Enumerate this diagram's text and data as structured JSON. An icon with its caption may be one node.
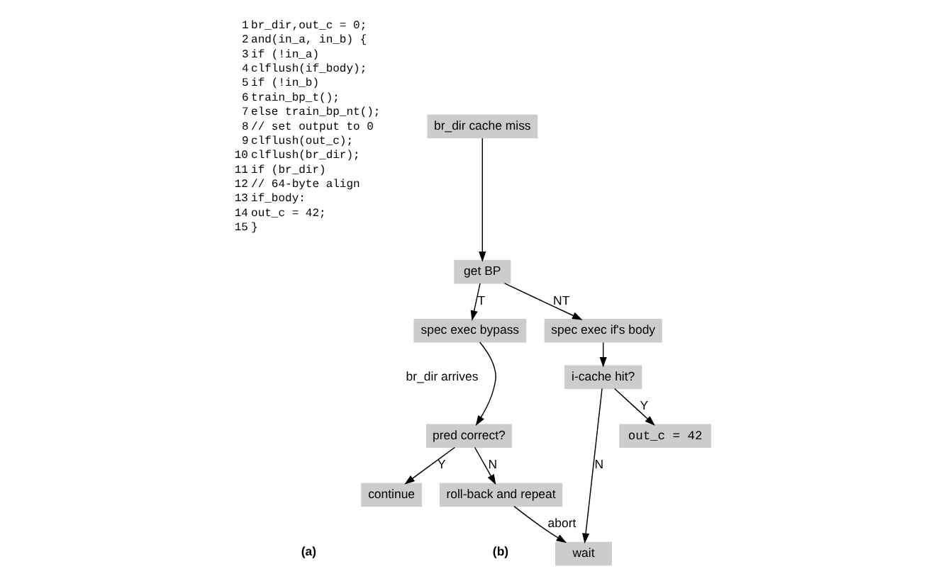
{
  "diagram": {
    "nodes": [
      {
        "text": [
          "br_dir cache miss"
        ]
      },
      {
        "text": [
          "get BP"
        ]
      },
      {
        "text": [
          "spec exec if's body"
        ]
      },
      {
        "text": [
          "spec exec bypass"
        ]
      },
      {
        "text": [
          "i-cache hit?"
        ]
      },
      {
        "text": [
          "out_c = 42"
        ]
      },
      {
        "text": [
          "pred correct?"
        ]
      },
      {
        "text": [
          "wait"
        ]
      },
      {
        "text": [
          "roll-back and repeat"
        ]
      },
      {
        "text": [
          "continue"
        ]
      }
    ],
    "edges": [
      {
        "from": 0,
        "to": 1,
        "arrow": "to"
      },
      {
        "from": 1,
        "to": 2,
        "arrow": "to",
        "label": "NT"
      },
      {
        "from": 1,
        "to": 3,
        "arrow": "to",
        "label": "T"
      },
      {
        "from": 2,
        "to": 4,
        "arrow": "to"
      },
      {
        "from": 4,
        "to": 5,
        "arrow": "to",
        "label": "Y"
      },
      {
        "from": 4,
        "to": 7,
        "arrow": "to",
        "label": "N"
      },
      {
        "from": 3,
        "to": 6,
        "arrow": "to"
      },
      {
        "from": 6,
        "to": 8,
        "arrow": "to",
        "label": "N"
      },
      {
        "from": 6,
        "to": 9,
        "arrow": "to",
        "label": "Y"
      },
      {
        "from": 8,
        "to": 7,
        "arrow": "to",
        "label": "abort"
      }
    ],
    "labels": [
      "1",
      "br_dir,out_c = 0;",
      "2",
      "and(in_a, in_b) {",
      "3",
      "if (!in_a)",
      "4",
      "clflush(if_body);",
      "5",
      "if (!in_b)",
      "6",
      "train_bp_t();",
      "7",
      "else train_bp_nt();",
      "8",
      "// set output to 0",
      "9",
      "clflush(out_c);",
      "10",
      "clflush(br_dir);",
      "11",
      "if (br_dir)",
      "12",
      "// 64-byte align",
      "13",
      "if_body:",
      "14",
      "out_c = 42;",
      "15",
      "}",
      "br_dir arrives",
      "(a)",
      "(b)"
    ]
  }
}
